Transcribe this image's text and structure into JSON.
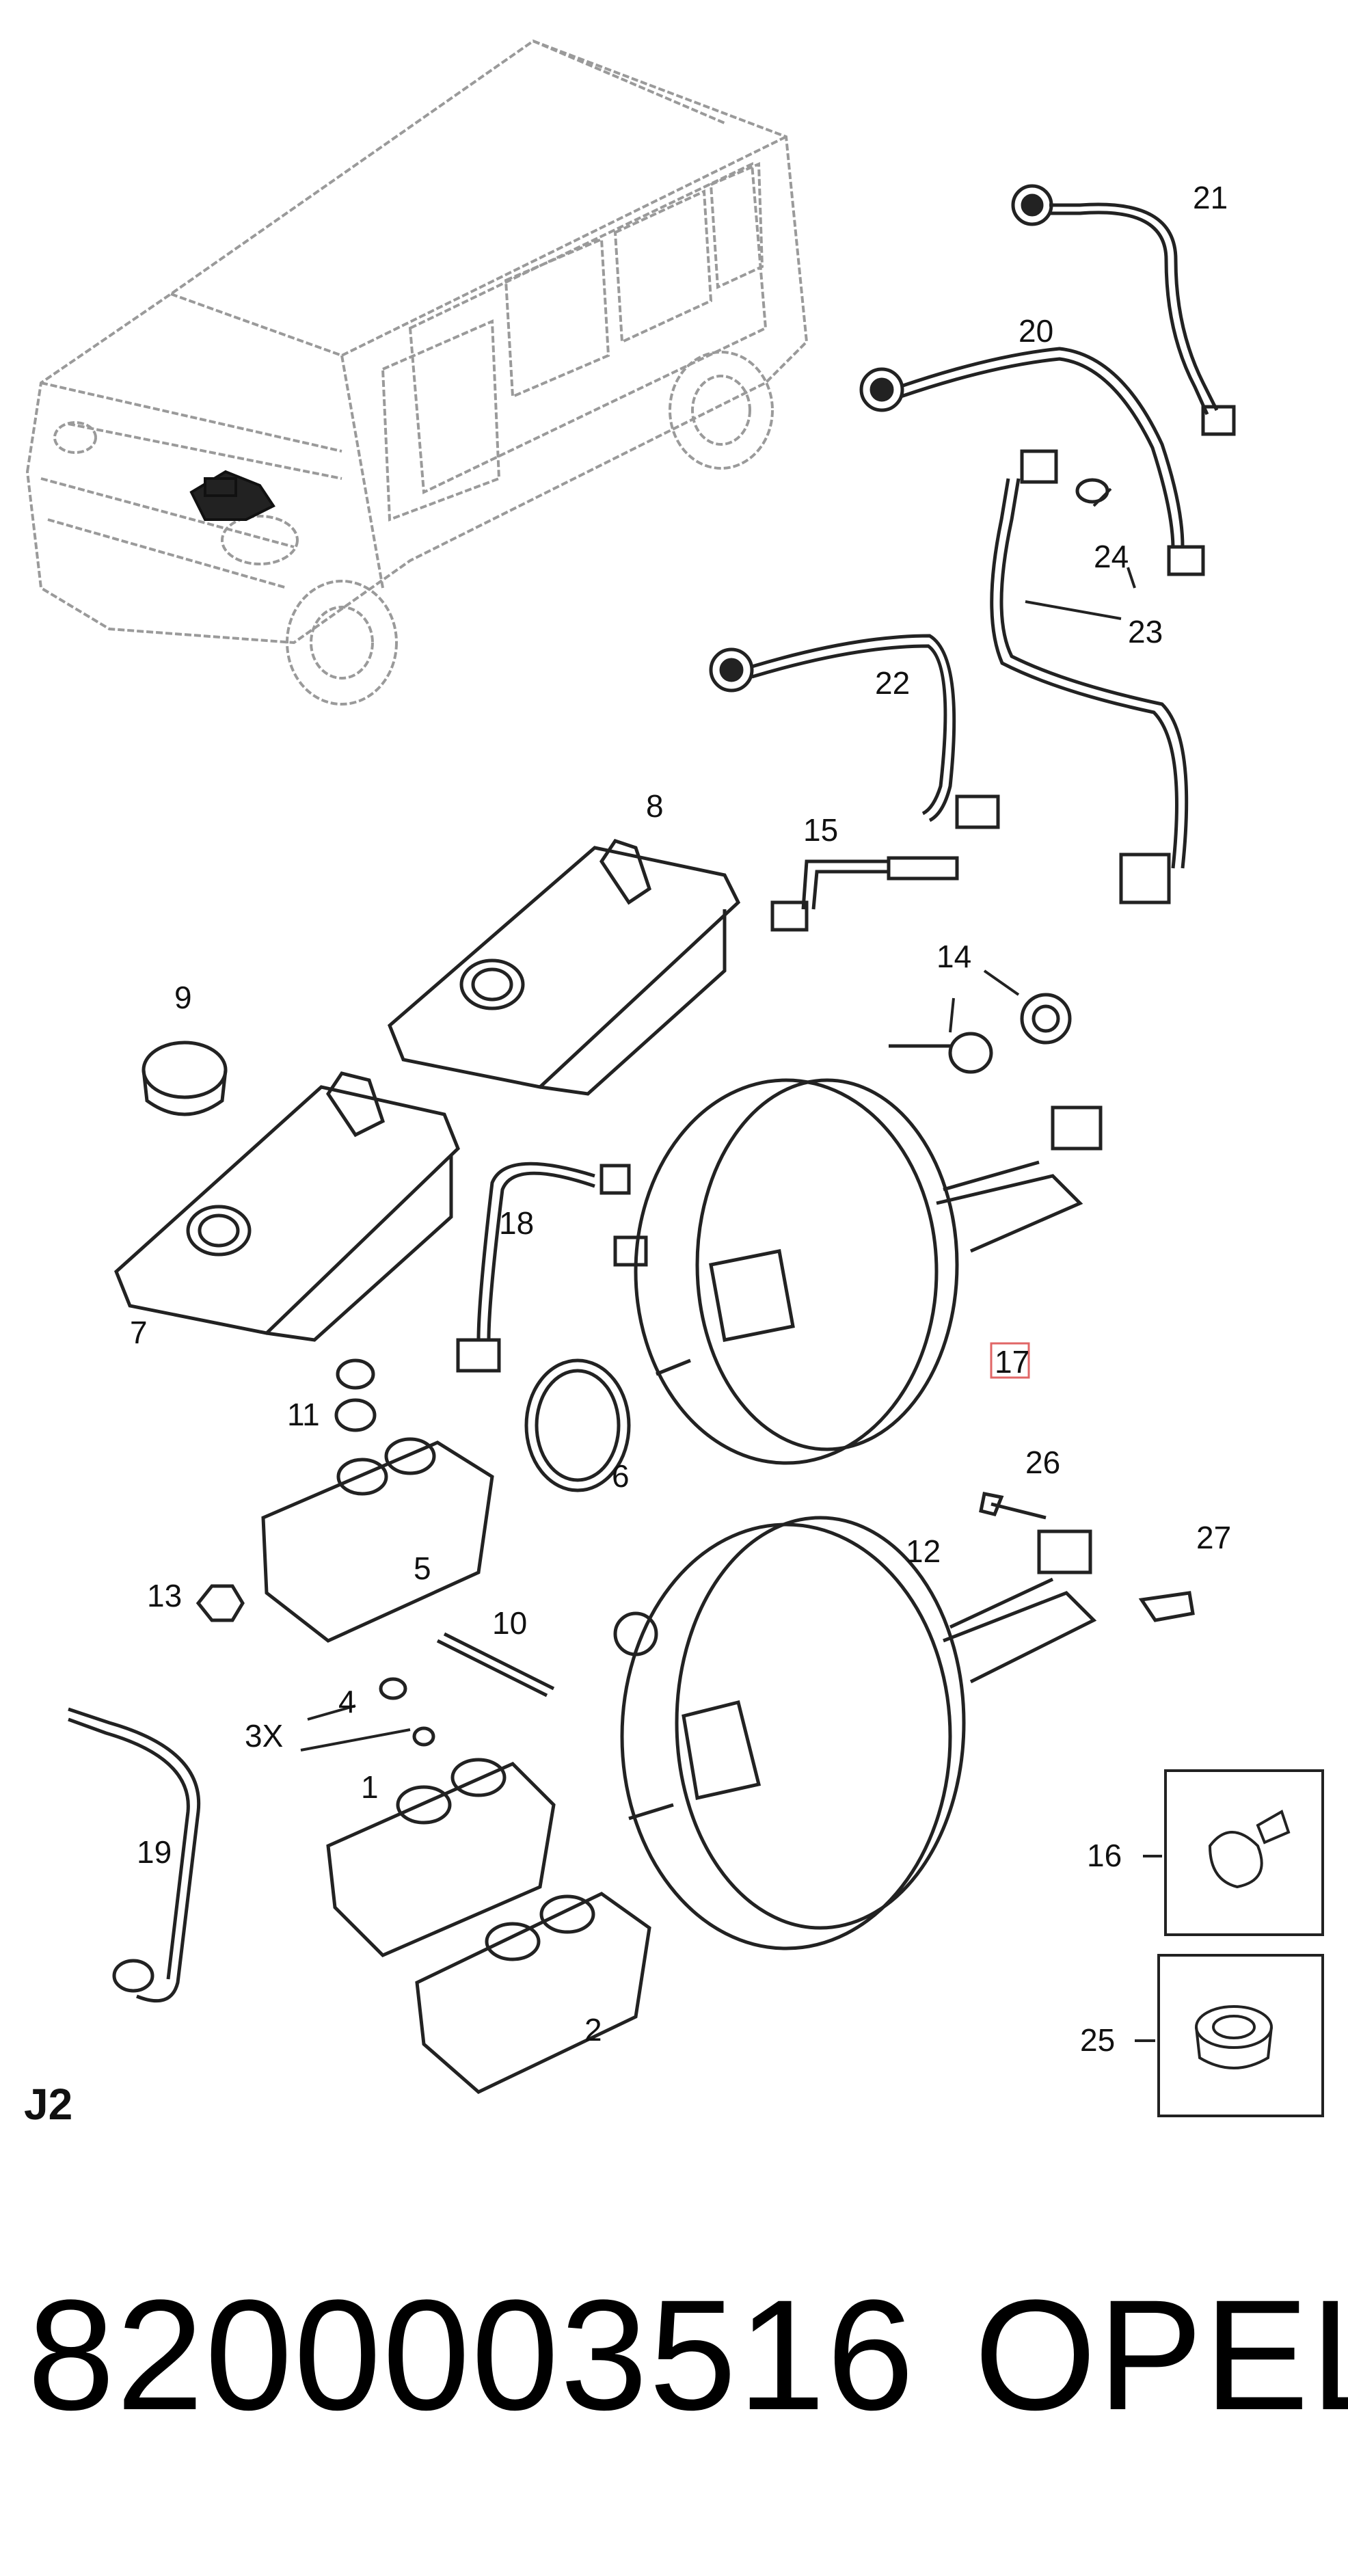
{
  "diagram": {
    "section_code": "J2",
    "highlighted_callout": "17",
    "callouts": {
      "c1": "1",
      "c2": "2",
      "c3x": "3X",
      "c4": "4",
      "c5": "5",
      "c6": "6",
      "c7": "7",
      "c8": "8",
      "c9": "9",
      "c10": "10",
      "c11": "11",
      "c12": "12",
      "c13": "13",
      "c14": "14",
      "c15": "15",
      "c16": "16",
      "c17": "17",
      "c18": "18",
      "c19": "19",
      "c20": "20",
      "c21": "21",
      "c22": "22",
      "c23": "23",
      "c24": "24",
      "c25": "25",
      "c26": "26",
      "c27": "27"
    },
    "colors": {
      "line": "#222222",
      "van_line": "#9a9a9a",
      "highlight": "#e06666"
    }
  },
  "footer": {
    "part_number": "8200003516",
    "brand": "OPEL"
  }
}
